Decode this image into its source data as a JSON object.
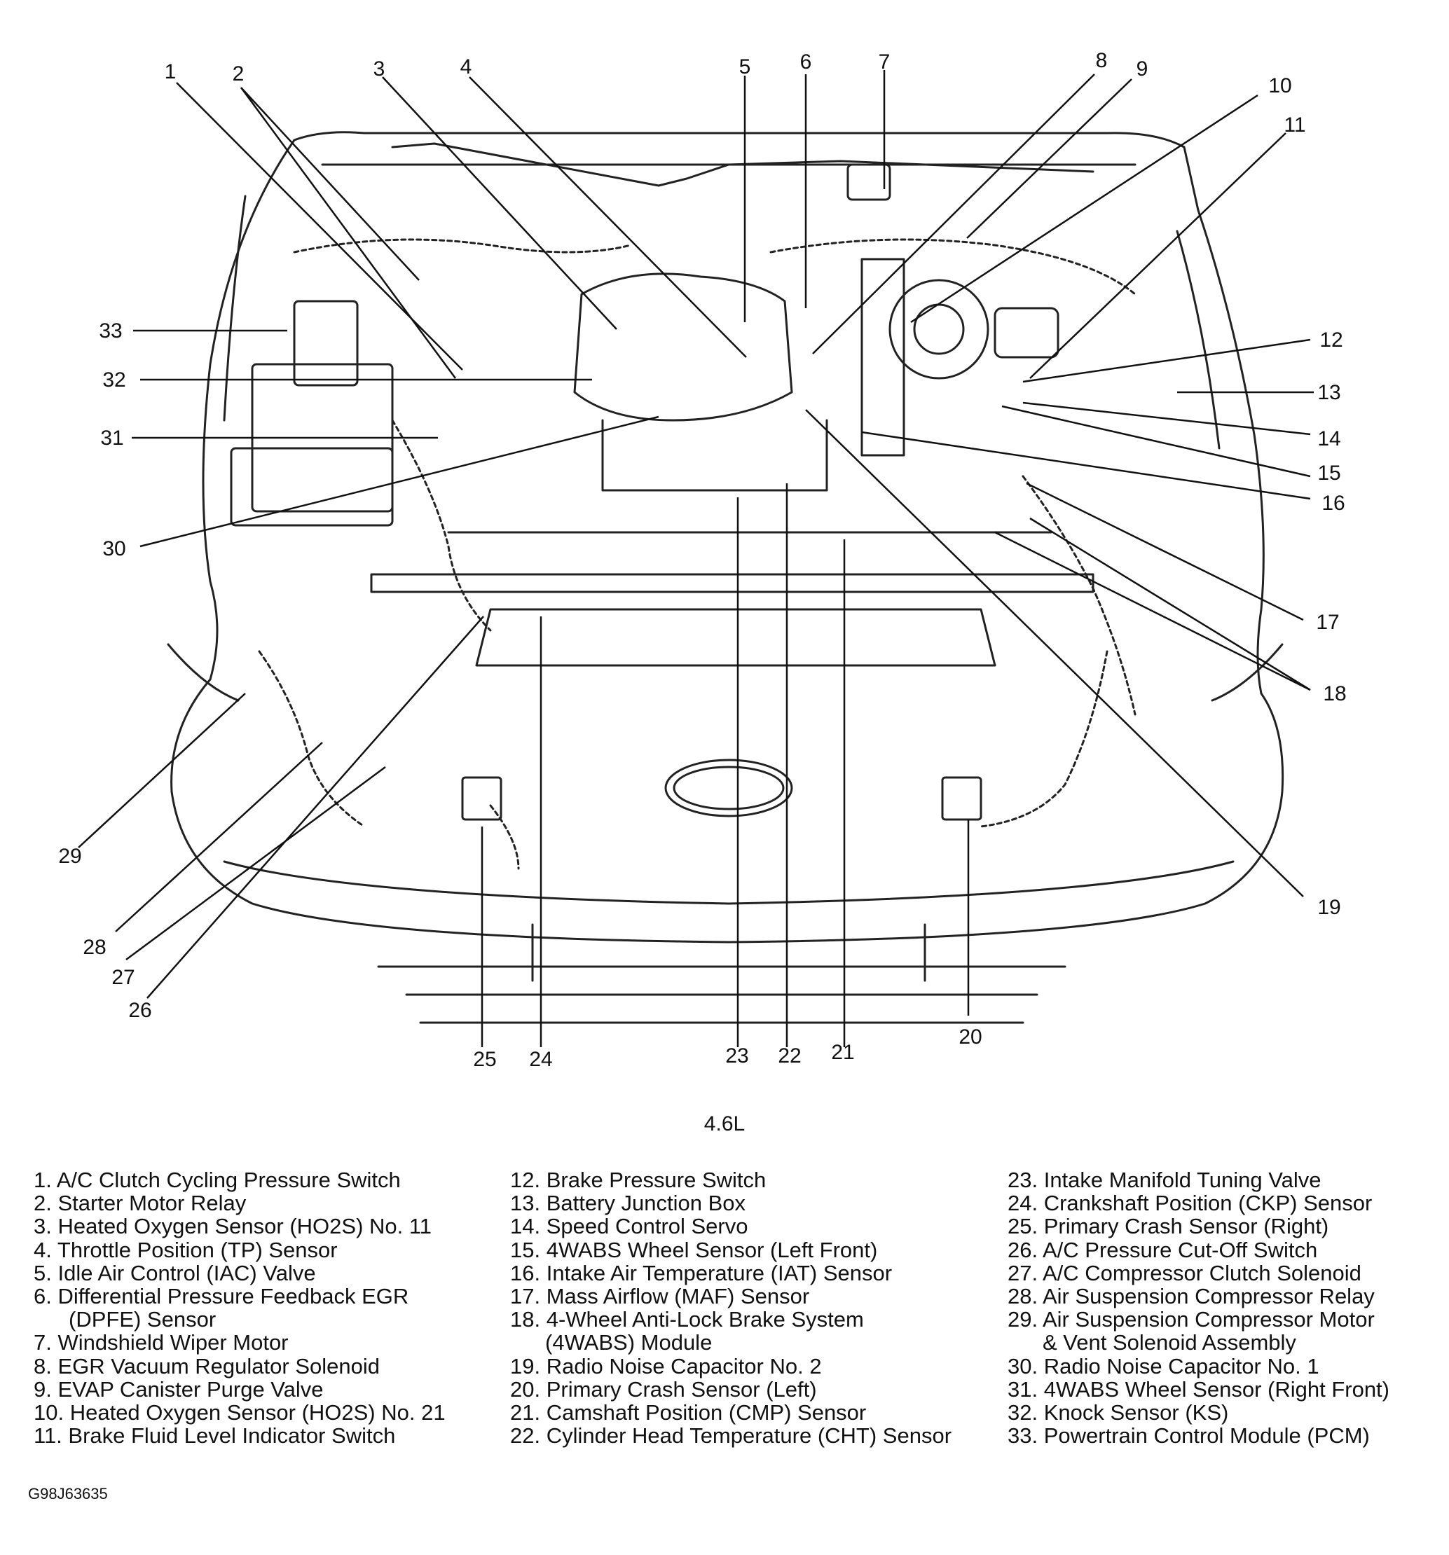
{
  "caption": "4.6L",
  "figure_id": "G98J63635",
  "callouts": [
    "1",
    "2",
    "3",
    "4",
    "5",
    "6",
    "7",
    "8",
    "9",
    "10",
    "11",
    "12",
    "13",
    "14",
    "15",
    "16",
    "17",
    "18",
    "19",
    "20",
    "21",
    "22",
    "23",
    "24",
    "25",
    "26",
    "27",
    "28",
    "29",
    "30",
    "31",
    "32",
    "33"
  ],
  "legend": {
    "col1": [
      {
        "text": "1. A/C Clutch Cycling Pressure Switch"
      },
      {
        "text": "2. Starter Motor Relay"
      },
      {
        "text": "3. Heated Oxygen Sensor (HO2S) No. 11"
      },
      {
        "text": "4. Throttle Position (TP) Sensor"
      },
      {
        "text": "5. Idle Air Control (IAC) Valve"
      },
      {
        "text": "6. Differential Pressure Feedback EGR"
      },
      {
        "text": "(DPFE) Sensor",
        "cont": true
      },
      {
        "text": "7. Windshield Wiper Motor"
      },
      {
        "text": "8. EGR Vacuum Regulator Solenoid"
      },
      {
        "text": "9. EVAP Canister Purge Valve"
      },
      {
        "text": "10. Heated Oxygen Sensor (HO2S) No. 21"
      },
      {
        "text": "11. Brake Fluid Level Indicator Switch"
      }
    ],
    "col2": [
      {
        "text": "12. Brake Pressure Switch"
      },
      {
        "text": "13. Battery Junction Box"
      },
      {
        "text": "14. Speed Control Servo"
      },
      {
        "text": "15. 4WABS Wheel Sensor (Left Front)"
      },
      {
        "text": "16. Intake Air Temperature (IAT) Sensor"
      },
      {
        "text": "17. Mass Airflow (MAF) Sensor"
      },
      {
        "text": "18. 4-Wheel Anti-Lock Brake System"
      },
      {
        "text": "(4WABS) Module",
        "cont": true
      },
      {
        "text": "19. Radio Noise Capacitor No. 2"
      },
      {
        "text": "20. Primary Crash Sensor (Left)"
      },
      {
        "text": "21. Camshaft Position (CMP) Sensor"
      },
      {
        "text": "22. Cylinder Head Temperature (CHT) Sensor"
      }
    ],
    "col3": [
      {
        "text": "23. Intake Manifold Tuning Valve"
      },
      {
        "text": "24. Crankshaft Position (CKP) Sensor"
      },
      {
        "text": "25. Primary Crash Sensor (Right)"
      },
      {
        "text": "26. A/C Pressure Cut-Off Switch"
      },
      {
        "text": "27. A/C Compressor Clutch Solenoid"
      },
      {
        "text": "28. Air Suspension Compressor Relay"
      },
      {
        "text": "29. Air Suspension Compressor Motor"
      },
      {
        "text": "& Vent Solenoid Assembly",
        "cont": true
      },
      {
        "text": "30. Radio Noise Capacitor No. 1"
      },
      {
        "text": "31. 4WABS Wheel Sensor (Right Front)"
      },
      {
        "text": "32. Knock Sensor (KS)"
      },
      {
        "text": "33. Powertrain Control Module (PCM)"
      }
    ]
  }
}
